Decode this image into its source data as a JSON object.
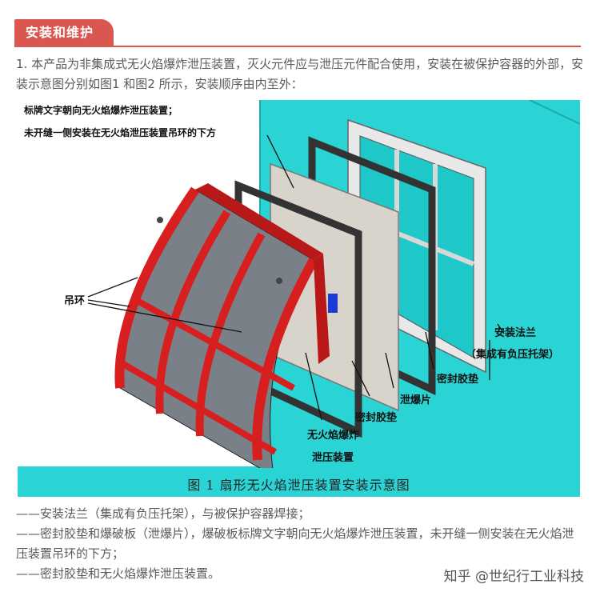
{
  "section": {
    "title": "安装和维护",
    "accent_color": "#d9574f"
  },
  "intro": "1. 本产品为非集成式无火焰爆炸泄压装置，灭火元件应与泄压元件配合使用，安装在被保护容器的外部，安装示意图分别如图1 和图2 所示，安装顺序由内至外：",
  "figure": {
    "note_line1": "标牌文字朝向无火焰爆炸泄压装置；",
    "note_line2": "未开缝一侧安装在无火焰泄压装置吊环的下方",
    "labels": {
      "lifting_ring": "吊环",
      "flange_line1": "安装法兰",
      "flange_line2": "（集成有负压托架）",
      "gasket_outer": "密封胶垫",
      "burst_sheet": "泄爆片",
      "gasket_inner": "密封胶垫",
      "device_line1": "无火焰爆炸",
      "device_line2": "泄压装置"
    },
    "caption": "图 1  扇形无火焰泄压装置安装示意图",
    "background_color": "#2ad4d4",
    "device_color": "#d81f1f"
  },
  "steps": [
    "——安装法兰（集成有负压托架），与被保护容器焊接；",
    "——密封胶垫和爆破板（泄爆片），爆破板标牌文字朝向无火焰爆炸泄压装置，未开缝一侧安装在无火焰泄压装置吊环的下方；",
    "——密封胶垫和无火焰爆炸泄压装置。"
  ],
  "watermark": "知乎 @世纪行工业科技"
}
